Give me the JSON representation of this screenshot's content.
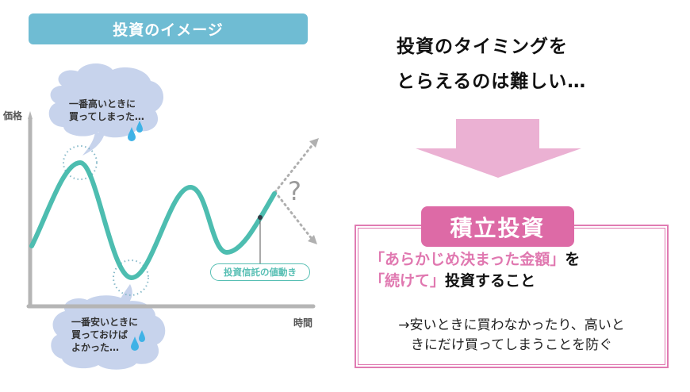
{
  "left_panel": {
    "banner_title": "投資のイメージ",
    "y_axis_label": "価格",
    "x_axis_label": "時間",
    "bubble_top": {
      "line1": "一番高いときに",
      "line2": "買ってしまった…"
    },
    "bubble_bottom": {
      "line1": "一番安いときに",
      "line2": "買っておけば",
      "line3": "よかった…"
    },
    "series_label": "投資信託の値動き",
    "question_mark": "?",
    "colors": {
      "banner": "#6fbcd3",
      "curve": "#4dbdb0",
      "axis": "#b5b5b5",
      "bubble": "#c7d3ec",
      "drop": "#3fb2e6",
      "dotted_circle": "#86b9c9",
      "dashed_future": "#b0b0b0"
    }
  },
  "right_panel": {
    "headline": {
      "line1": "投資のタイミングを",
      "line2": "とらえるのは難しい…"
    },
    "arrow": "down-arrow",
    "badge_label": "積立投資",
    "definition": {
      "line1_pink": "「あらかじめ決まった金額」",
      "line1_black": "を",
      "line2_pink": "「続けて」",
      "line2_black": "投資すること"
    },
    "explanation": {
      "line1": "→安いときに買わなかったり、高いと",
      "line2": "きにだけ買ってしまうことを防ぐ"
    },
    "colors": {
      "arrow": "#ebb1d3",
      "badge": "#dd6aa6",
      "border": "#e07bb2",
      "emphasis_text": "#e078b0"
    }
  }
}
